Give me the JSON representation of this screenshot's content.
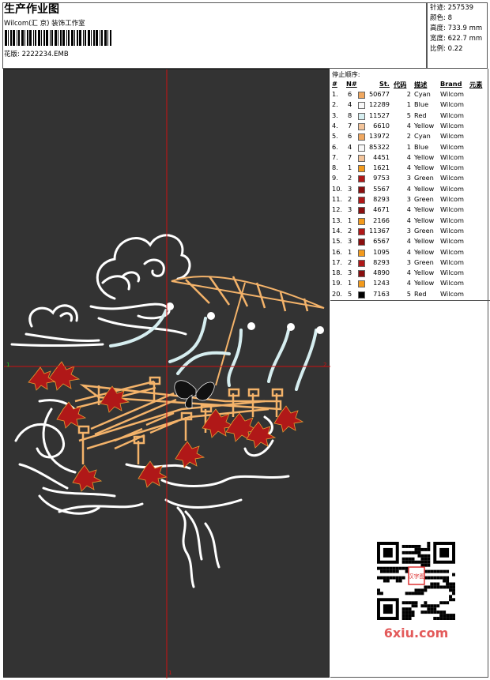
{
  "header": {
    "title": "生产作业图",
    "company": "Wilcom(汇 京) 装饰工作室",
    "file_label": "花版:",
    "file_name": "2222234.EMB"
  },
  "stats": {
    "stitches_label": "针迹:",
    "stitches": "257539",
    "colors_label": "颜色:",
    "colors": "8",
    "height_label": "高度:",
    "height": "733.9 mm",
    "width_label": "宽度:",
    "width": "622.7 mm",
    "scale_label": "比例:",
    "scale": "0.22"
  },
  "table": {
    "title": "停止顺序:",
    "headers": {
      "num": "#",
      "n": "N#",
      "st": "St.",
      "code": "代码",
      "desc": "描述",
      "brand": "Brand",
      "elem": "元素"
    },
    "rows": [
      {
        "num": "1.",
        "n": "6",
        "color": "#f0a860",
        "st": "50677",
        "code": "2",
        "desc": "Cyan",
        "brand": "Wilcom"
      },
      {
        "num": "2.",
        "n": "4",
        "color": "#f8f8f8",
        "st": "12289",
        "code": "1",
        "desc": "Blue",
        "brand": "Wilcom"
      },
      {
        "num": "3.",
        "n": "8",
        "color": "#d6eef0",
        "st": "11527",
        "code": "5",
        "desc": "Red",
        "brand": "Wilcom"
      },
      {
        "num": "4.",
        "n": "7",
        "color": "#f3c49a",
        "st": "6610",
        "code": "4",
        "desc": "Yellow",
        "brand": "Wilcom"
      },
      {
        "num": "5.",
        "n": "6",
        "color": "#f0a860",
        "st": "13972",
        "code": "2",
        "desc": "Cyan",
        "brand": "Wilcom"
      },
      {
        "num": "6.",
        "n": "4",
        "color": "#f8f8f8",
        "st": "85322",
        "code": "1",
        "desc": "Blue",
        "brand": "Wilcom"
      },
      {
        "num": "7.",
        "n": "7",
        "color": "#f3c49a",
        "st": "4451",
        "code": "4",
        "desc": "Yellow",
        "brand": "Wilcom"
      },
      {
        "num": "8.",
        "n": "1",
        "color": "#f39a1c",
        "st": "1621",
        "code": "4",
        "desc": "Yellow",
        "brand": "Wilcom"
      },
      {
        "num": "9.",
        "n": "2",
        "color": "#b01818",
        "st": "9753",
        "code": "3",
        "desc": "Green",
        "brand": "Wilcom"
      },
      {
        "num": "10.",
        "n": "3",
        "color": "#8a0f0f",
        "st": "5567",
        "code": "4",
        "desc": "Yellow",
        "brand": "Wilcom"
      },
      {
        "num": "11.",
        "n": "2",
        "color": "#b01818",
        "st": "8293",
        "code": "3",
        "desc": "Green",
        "brand": "Wilcom"
      },
      {
        "num": "12.",
        "n": "3",
        "color": "#8a0f0f",
        "st": "4671",
        "code": "4",
        "desc": "Yellow",
        "brand": "Wilcom"
      },
      {
        "num": "13.",
        "n": "1",
        "color": "#f39a1c",
        "st": "2166",
        "code": "4",
        "desc": "Yellow",
        "brand": "Wilcom"
      },
      {
        "num": "14.",
        "n": "2",
        "color": "#b01818",
        "st": "11367",
        "code": "3",
        "desc": "Green",
        "brand": "Wilcom"
      },
      {
        "num": "15.",
        "n": "3",
        "color": "#8a0f0f",
        "st": "6567",
        "code": "4",
        "desc": "Yellow",
        "brand": "Wilcom"
      },
      {
        "num": "16.",
        "n": "1",
        "color": "#f39a1c",
        "st": "1095",
        "code": "4",
        "desc": "Yellow",
        "brand": "Wilcom"
      },
      {
        "num": "17.",
        "n": "2",
        "color": "#b01818",
        "st": "8293",
        "code": "3",
        "desc": "Green",
        "brand": "Wilcom"
      },
      {
        "num": "18.",
        "n": "3",
        "color": "#8a0f0f",
        "st": "4890",
        "code": "4",
        "desc": "Yellow",
        "brand": "Wilcom"
      },
      {
        "num": "19.",
        "n": "1",
        "color": "#f39a1c",
        "st": "1243",
        "code": "4",
        "desc": "Yellow",
        "brand": "Wilcom"
      },
      {
        "num": "20.",
        "n": "5",
        "color": "#000000",
        "st": "7163",
        "code": "5",
        "desc": "Red",
        "brand": "Wilcom"
      }
    ]
  },
  "canvas": {
    "background": "#333333",
    "crosshair_color": "#cc1111",
    "axis_mark_left": "1",
    "axis_mark_right": "2",
    "axis_mark_bottom": "1"
  },
  "qr": {
    "brand_text": "6xiu.com",
    "stamp_text": "汉字图"
  }
}
